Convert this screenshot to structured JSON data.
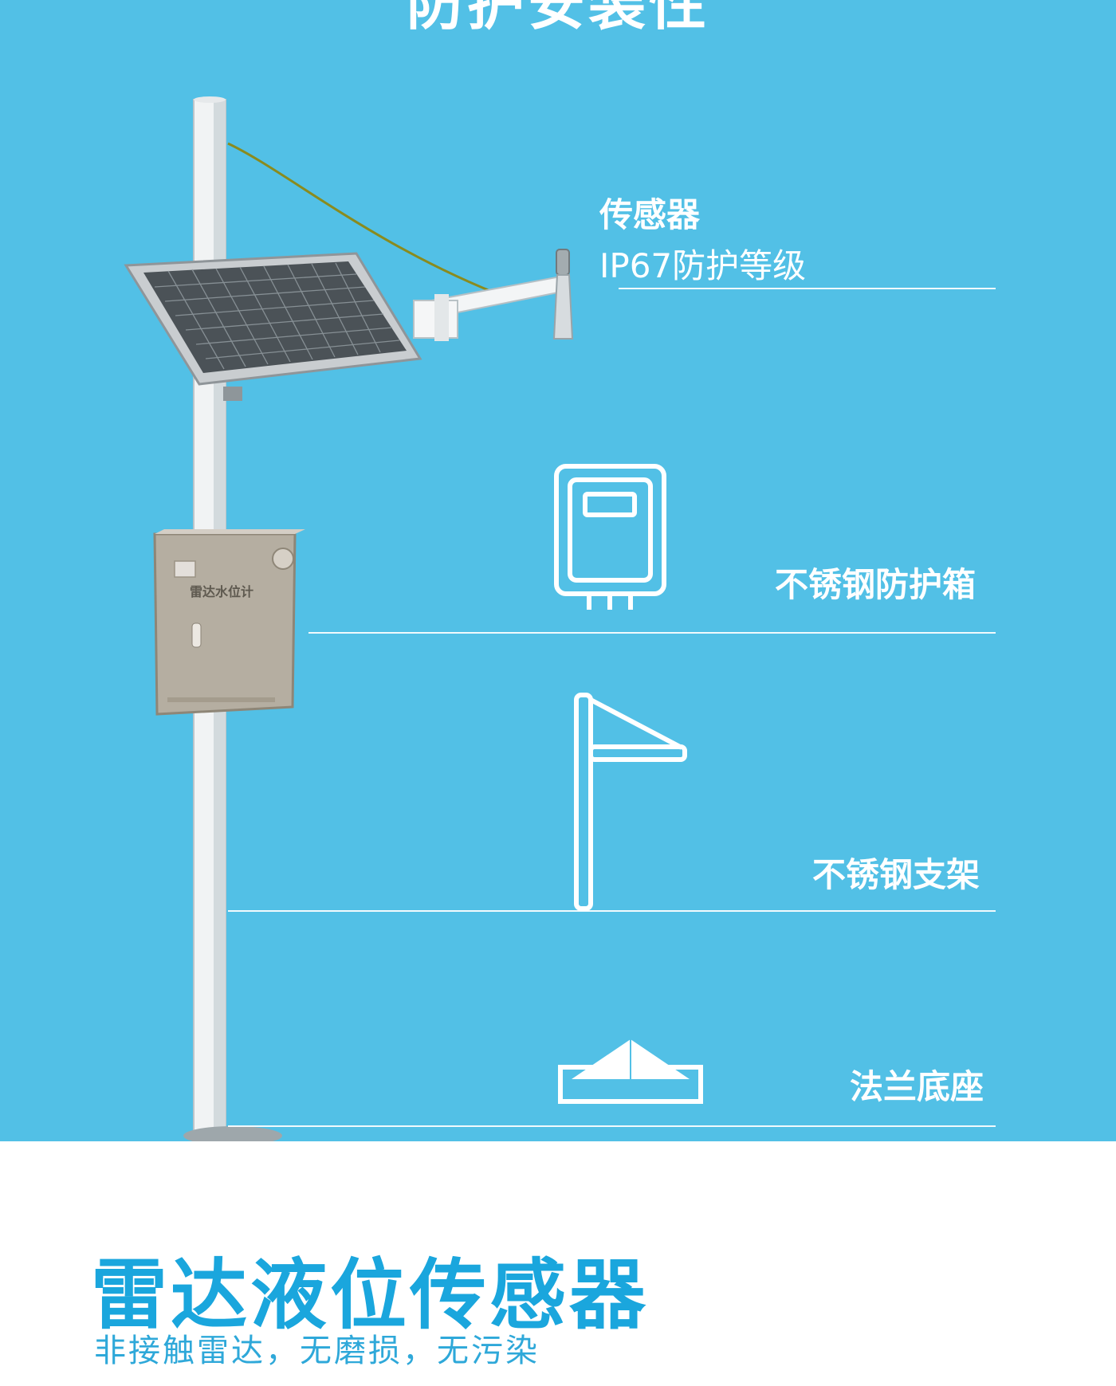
{
  "hero": {
    "title": "防护安装性",
    "background_color": "#52c0e6"
  },
  "features": {
    "sensor": {
      "title": "传感器",
      "subtitle": "IP67防护等级"
    },
    "cabinet": {
      "label": "不锈钢防护箱",
      "icon": "cabinet-icon"
    },
    "bracket": {
      "label": "不锈钢支架",
      "icon": "bracket-icon"
    },
    "base": {
      "label": "法兰底座",
      "icon": "flange-base-icon"
    }
  },
  "illustration": {
    "box_label": "雷达水位计"
  },
  "product": {
    "title": "雷达液位传感器",
    "subtitle": "非接触雷达，无磨损，无污染",
    "accent_color": "#1aa6dd"
  }
}
